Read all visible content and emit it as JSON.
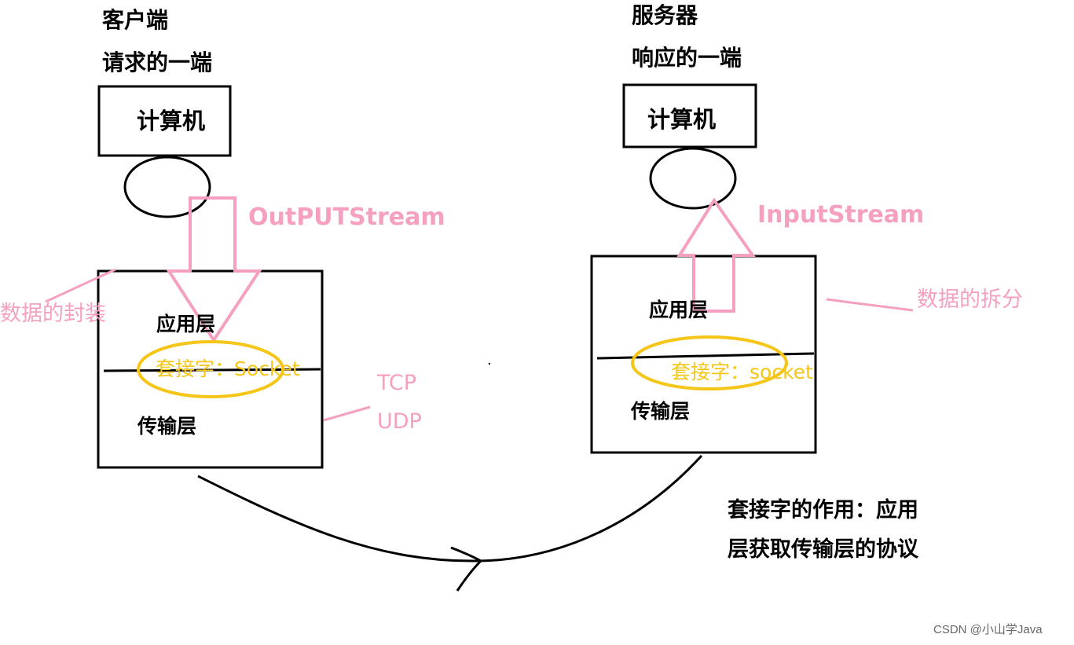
{
  "client": {
    "title": "客户端",
    "subtitle": "请求的一端",
    "computer_label": "计算机",
    "stream_label": "OutPUTStream",
    "app_layer": "应用层",
    "socket_label": "套接字：Socket",
    "transport_layer": "传输层",
    "encapsulation_note": "数据的封装",
    "protocols": [
      "TCP",
      "UDP"
    ]
  },
  "server": {
    "title": "服务器",
    "subtitle": "响应的一端",
    "computer_label": "计算机",
    "stream_label": "InputStream",
    "app_layer": "应用层",
    "socket_label": "套接字：socket",
    "transport_layer": "传输层",
    "split_note": "数据的拆分"
  },
  "socket_role_note": {
    "line1": "套接字的作用：应用",
    "line2": "层获取传输层的协议"
  },
  "watermark": "CSDN @小山学Java",
  "colors": {
    "ink": "#000000",
    "pink": "#f5a0c0",
    "yellow": "#f5c518"
  }
}
